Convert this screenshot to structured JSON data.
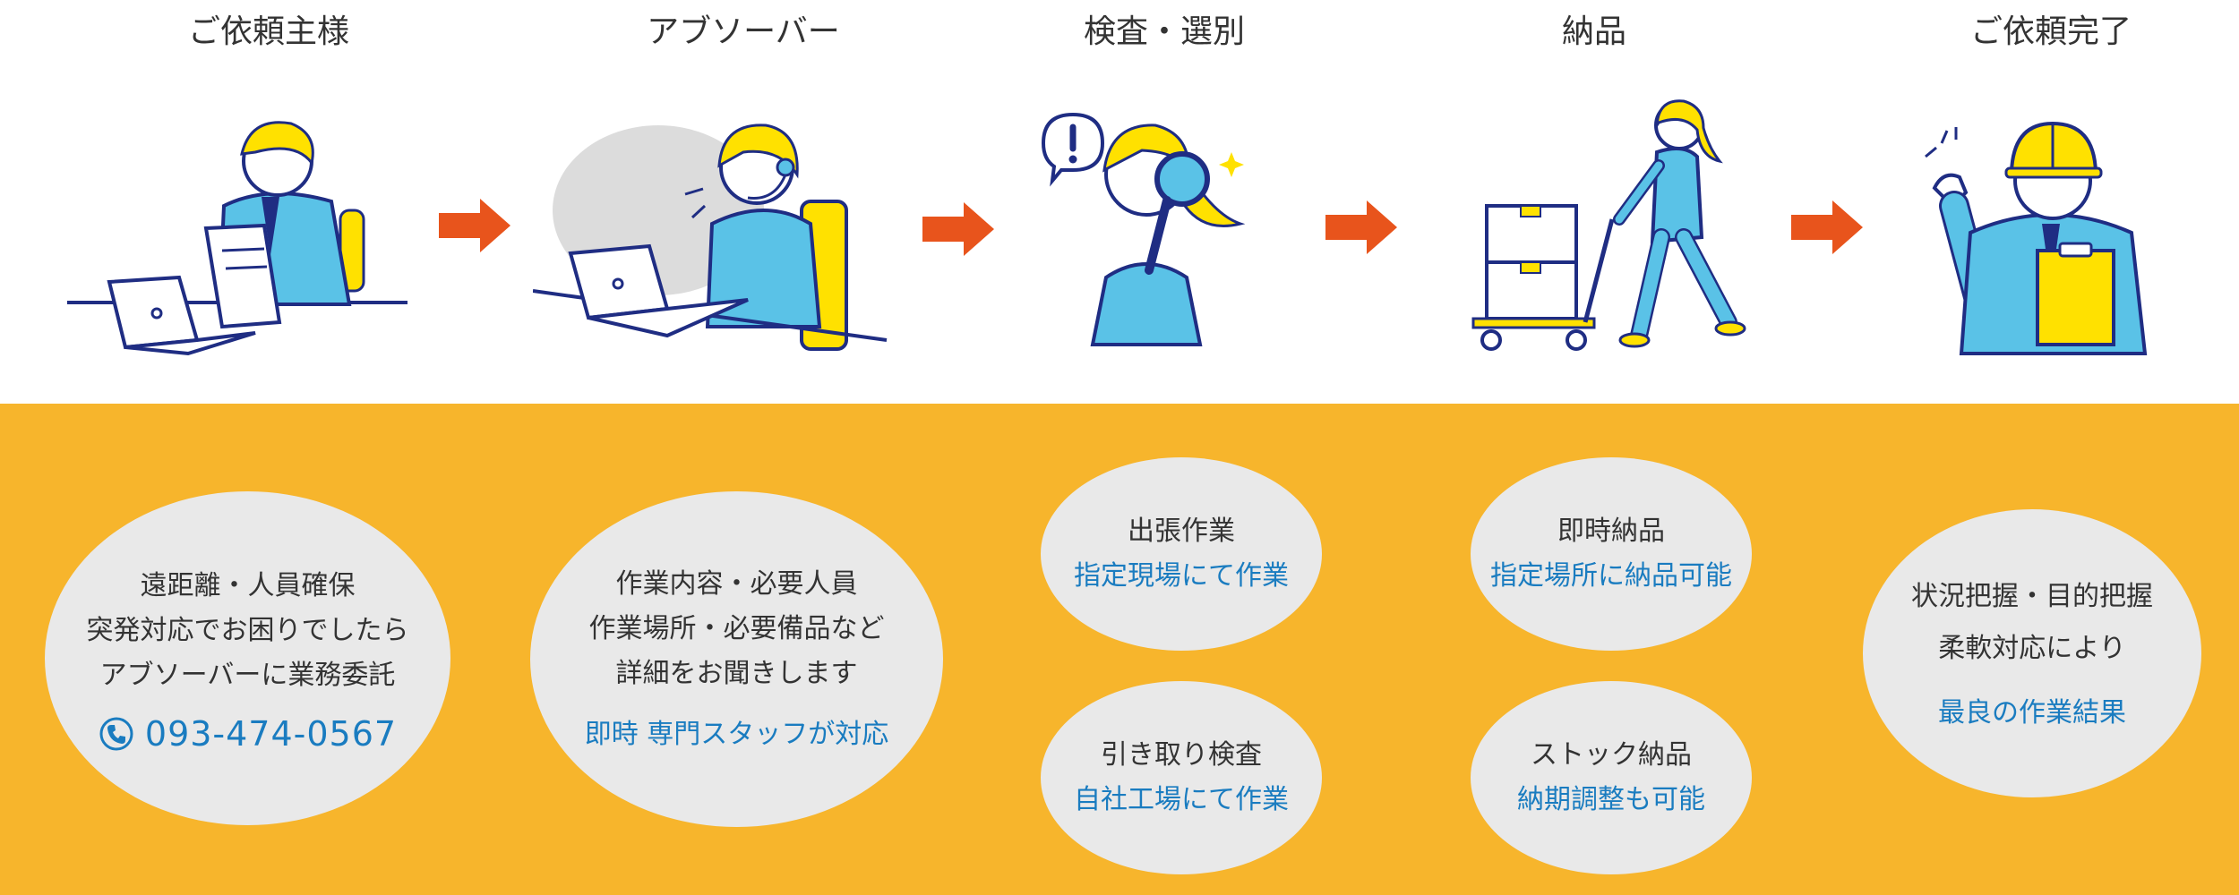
{
  "steps": [
    {
      "title": "ご依頼主様"
    },
    {
      "title": "アブソーバー"
    },
    {
      "title": "検査・選別"
    },
    {
      "title": "納品"
    },
    {
      "title": "ご依頼完了"
    }
  ],
  "colors": {
    "accent_orange": "#e8541c",
    "panel_yellow": "#f7b52c",
    "figure_blue": "#5ac2e7",
    "outline_navy": "#1f2d83",
    "highlight_yellow": "#ffe100",
    "link_blue": "#1a7cc0"
  },
  "ovals": {
    "client": {
      "line1": "遠距離・人員確保",
      "line2": "突発対応でお困りでしたら",
      "line3": "アブソーバーに業務委託",
      "phone": "093-474-0567"
    },
    "absorber": {
      "line1": "作業内容・必要人員",
      "line2": "作業場所・必要備品など",
      "line3": "詳細をお聞きします",
      "note": "即時 専門スタッフが対応"
    },
    "onsite": {
      "label": "出張作業",
      "note": "指定現場にて作業"
    },
    "pickup": {
      "label": "引き取り検査",
      "note": "自社工場にて作業"
    },
    "instant": {
      "label": "即時納品",
      "note": "指定場所に納品可能"
    },
    "stock": {
      "label": "ストック納品",
      "note": "納期調整も可能"
    },
    "complete": {
      "line1": "状況把握・目的把握",
      "line2": "柔軟対応により",
      "note": "最良の作業結果"
    }
  },
  "icons": [
    "phone-icon",
    "arrow-right-icon",
    "exclamation-icon",
    "magnifier-icon",
    "sparkle-icon",
    "laptop-icon",
    "clipboard-icon",
    "hard-hat-icon",
    "hand-truck-icon",
    "box-icon"
  ]
}
